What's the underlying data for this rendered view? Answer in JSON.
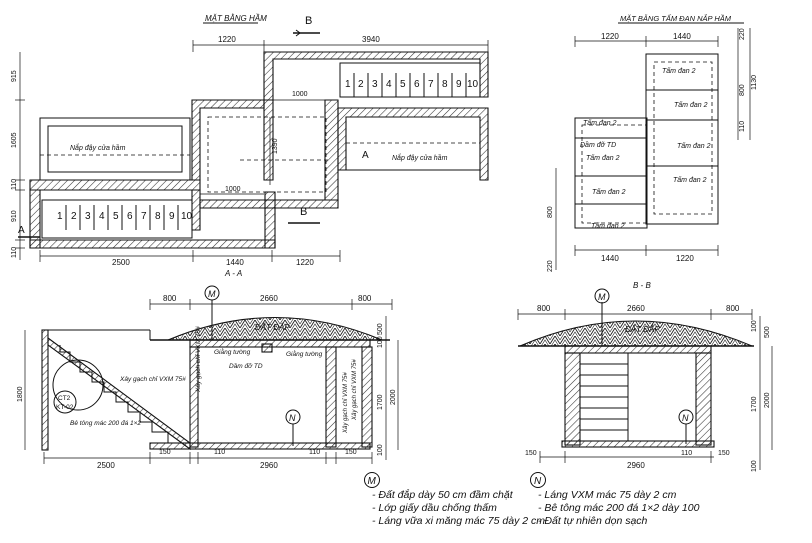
{
  "titles": {
    "plan_basement": "MẶT BẰNG HẦM",
    "plan_slab": "MẶT BẰNG TẤM ĐAN NẮP HẦM",
    "section_aa": "A - A",
    "section_bb": "B - B"
  },
  "section_marks": {
    "a": "A",
    "b": "B"
  },
  "plan_basement": {
    "dims_top": [
      "1220",
      "3940"
    ],
    "dims_bottom": [
      "2500",
      "1440",
      "1220"
    ],
    "dims_left": [
      "915",
      "1605",
      "110",
      "910",
      "110"
    ],
    "dims_inner": [
      "1000",
      "1390",
      "1000"
    ],
    "lid_label_left": "Nắp đậy cửa hầm",
    "lid_label_right": "Nắp đậy cửa hầm",
    "steps_top": [
      "1",
      "2",
      "3",
      "4",
      "5",
      "6",
      "7",
      "8",
      "9",
      "10"
    ],
    "steps_bottom": [
      "1",
      "2",
      "3",
      "4",
      "5",
      "6",
      "7",
      "8",
      "9",
      "10"
    ]
  },
  "plan_slab": {
    "dims_top": [
      "1220",
      "1440"
    ],
    "dims_bottom": [
      "1440",
      "1220"
    ],
    "dims_right": [
      "220",
      "800",
      "1130",
      "110"
    ],
    "dims_left": [
      "800",
      "220"
    ],
    "slab_label": "Tấm đan 2",
    "beam_label": "Dầm đỡ TD"
  },
  "section_aa": {
    "dims_top": [
      "800",
      "2660",
      "800"
    ],
    "dims_bottom": [
      "2500",
      "150",
      "110",
      "2960",
      "110",
      "150"
    ],
    "dims_right": [
      "500",
      "100",
      "1700",
      "2000",
      "100"
    ],
    "dim_left": "1800",
    "fill_label": "ĐẤT ĐẮP",
    "wall_tie_1": "Giằng tường",
    "wall_tie_2": "Giằng tường",
    "beam_label": "Dầm đỡ TD",
    "brick_label": "Xây gạch chỉ VXM 75#",
    "brick_label_v1": "Xây gạch chỉ VXM 75#",
    "brick_label_v2": "Xây gạch chỉ VXM 75#",
    "concrete_label": "Bê tông mác 200 đá 1×2",
    "detail_ref_1": "CT2",
    "detail_ref_2": "KT-02",
    "mark_m": "M",
    "mark_n": "N"
  },
  "section_bb": {
    "dims_top": [
      "800",
      "2660",
      "800"
    ],
    "dims_bottom": [
      "150",
      "2960",
      "110",
      "150"
    ],
    "dims_right": [
      "100",
      "500",
      "1700",
      "2000",
      "100"
    ],
    "fill_label": "ĐẤT ĐẮP",
    "mark_m": "M",
    "mark_n": "N"
  },
  "legend_m": {
    "mark": "M",
    "items": [
      "- Đất đắp dày 50 cm đầm chặt",
      "- Lớp giấy dầu chống thấm",
      "- Láng vữa xi măng mác 75 dày 2 cm"
    ]
  },
  "legend_n": {
    "mark": "N",
    "items": [
      "- Láng VXM mác 75 dày 2 cm",
      "- Bê tông mác 200 đá 1×2 dày 100",
      "- Đất tự nhiên dọn sạch"
    ]
  }
}
